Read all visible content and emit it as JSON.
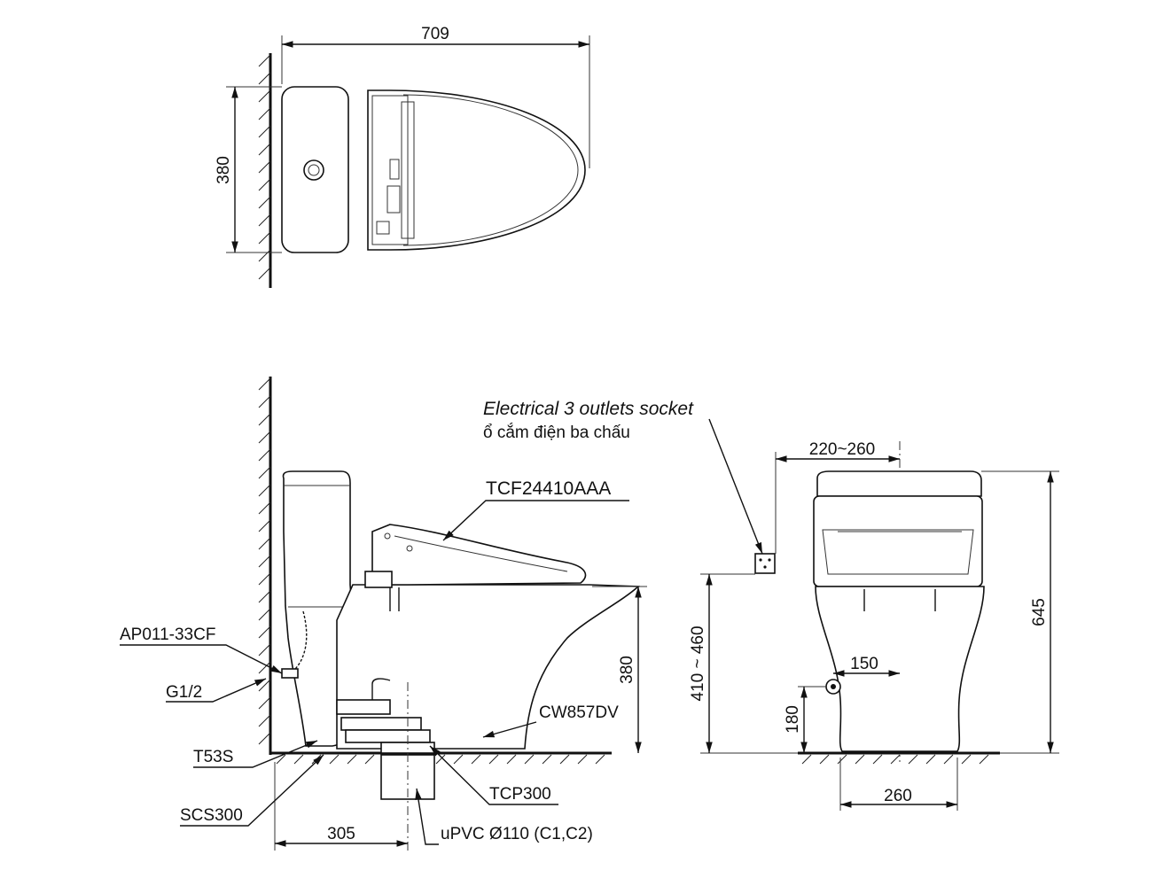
{
  "top_view": {
    "width_dim": "709",
    "depth_dim": "380"
  },
  "side_view": {
    "seat_model": "TCF24410AAA",
    "bowl_model": "CW857DV",
    "angle_valve": "AP011-33CF",
    "thread": "G1/2",
    "hose": "T53S",
    "fixing": "SCS300",
    "flange": "TCP300",
    "drain_pipe": "uPVC Ø110 (C1,C2)",
    "rough_in": "305",
    "seat_height": "380"
  },
  "front_view": {
    "socket_label_en": "Electrical 3 outlets socket",
    "socket_label_vi": "ổ cắm điện ba chấu",
    "socket_offset": "220~260",
    "socket_height": "410 ~ 460",
    "total_height": "645",
    "inlet_offset": "150",
    "inlet_height": "180",
    "base_width": "260"
  }
}
